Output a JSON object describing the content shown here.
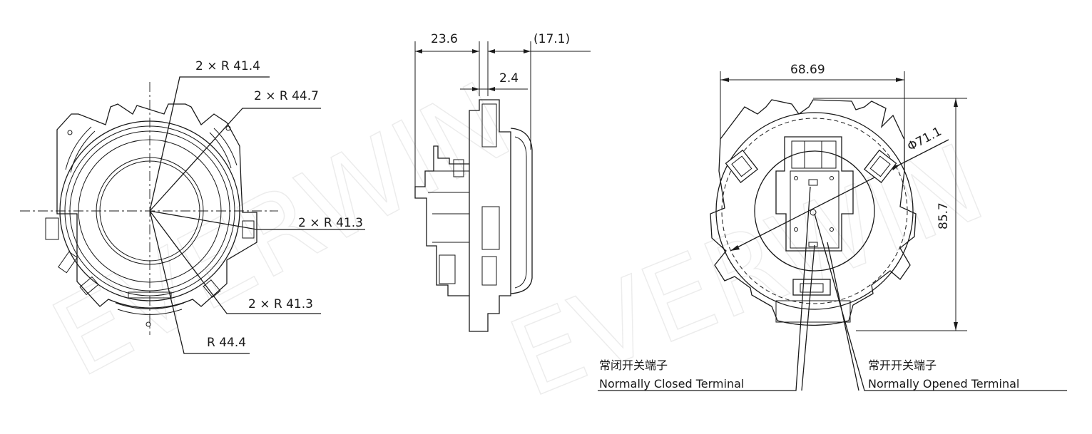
{
  "watermark": "EVERWIN",
  "front_view": {
    "dimensions": {
      "r1": "2 × R 41.4",
      "r2": "2 × R 44.7",
      "r3": "2 × R 41.3",
      "r4": "2 × R 41.3",
      "r5": "R 44.4"
    }
  },
  "side_view": {
    "dimensions": {
      "width": "23.6",
      "protrusion": "(17.1)",
      "thickness": "2.4"
    }
  },
  "rear_view": {
    "dimensions": {
      "width": "68.69",
      "height": "85.7",
      "diameter": "Φ71.1"
    },
    "labels": {
      "nc_cn": "常闭开关端子",
      "nc_en": "Normally Closed Terminal",
      "no_cn": "常开开关端子",
      "no_en": "Normally Opened Terminal"
    }
  }
}
